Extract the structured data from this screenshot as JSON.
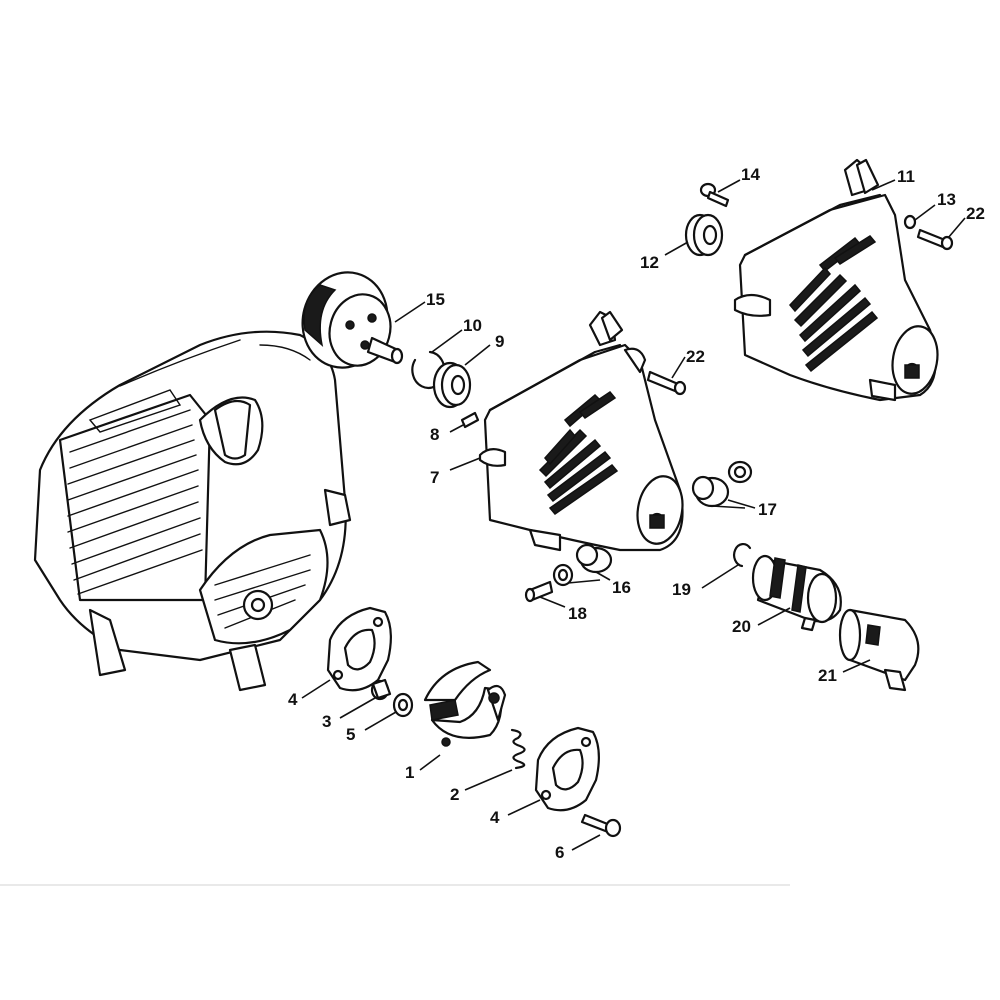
{
  "callouts": [
    "1",
    "2",
    "3",
    "4",
    "5",
    "6",
    "7",
    "8",
    "9",
    "10",
    "11",
    "12",
    "13",
    "14",
    "15",
    "16",
    "17",
    "18",
    "19",
    "20",
    "21",
    "22"
  ],
  "colors": {
    "ink": "#111111",
    "background": "#ffffff"
  }
}
